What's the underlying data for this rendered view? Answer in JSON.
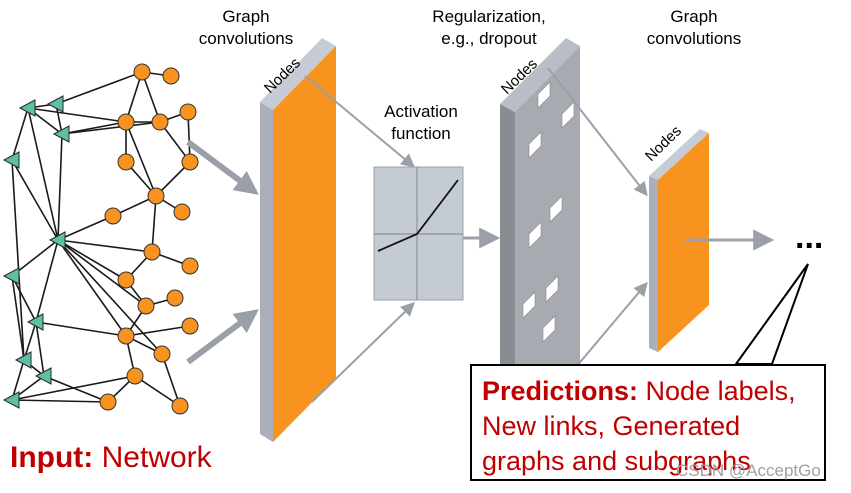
{
  "labels": {
    "graph_conv_1": [
      "Graph",
      "convolutions"
    ],
    "regularization": [
      "Regularization,",
      "e.g., dropout"
    ],
    "graph_conv_2": [
      "Graph",
      "convolutions"
    ],
    "activation": [
      "Activation",
      "function"
    ],
    "nodes": "Nodes",
    "input_strong": "Input:",
    "input_rest": " Network",
    "predictions_strong": "Predictions:",
    "predictions_rest": " Node labels, New links, Generated graphs and subgraphs",
    "ellipsis": "...",
    "watermark": "CSDN @AcceptGo"
  },
  "colors": {
    "node_orange": "#f7931e",
    "triangle_teal": "#5dbfa6",
    "panel_gray": "#a7aab1",
    "layer_edge": "#c5ccd6",
    "arrow_gray": "#9ba0a8",
    "accent_red": "#c00000"
  }
}
